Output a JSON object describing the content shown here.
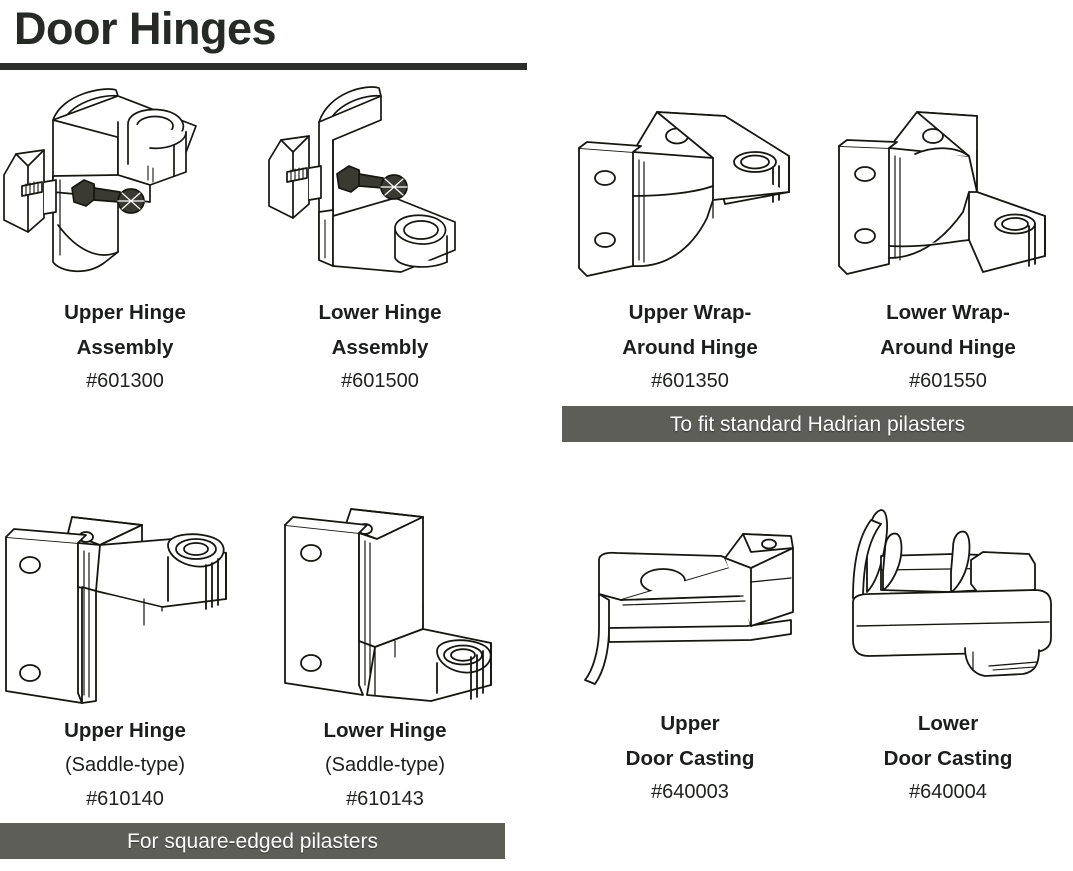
{
  "header": {
    "title": "Door Hinges"
  },
  "products": [
    {
      "id": "upper-hinge-assembly",
      "lines": [
        "Upper Hinge",
        "Assembly"
      ],
      "regular_lines": [],
      "part_number": "#601300"
    },
    {
      "id": "lower-hinge-assembly",
      "lines": [
        "Lower Hinge",
        "Assembly"
      ],
      "regular_lines": [],
      "part_number": "#601500"
    },
    {
      "id": "upper-wrap-around-hinge",
      "lines": [
        "Upper Wrap-",
        "Around Hinge"
      ],
      "regular_lines": [],
      "part_number": "#601350"
    },
    {
      "id": "lower-wrap-around-hinge",
      "lines": [
        "Lower Wrap-",
        "Around Hinge"
      ],
      "regular_lines": [],
      "part_number": "#601550"
    },
    {
      "id": "upper-hinge-saddle",
      "lines": [
        "Upper Hinge"
      ],
      "regular_lines": [
        "(Saddle-type)"
      ],
      "part_number": "#610140"
    },
    {
      "id": "lower-hinge-saddle",
      "lines": [
        "Lower Hinge"
      ],
      "regular_lines": [
        "(Saddle-type)"
      ],
      "part_number": "#610143"
    },
    {
      "id": "upper-door-casting",
      "lines": [
        "Upper",
        "Door Casting"
      ],
      "regular_lines": [],
      "part_number": "#640003"
    },
    {
      "id": "lower-door-casting",
      "lines": [
        "Lower",
        "Door Casting"
      ],
      "regular_lines": [],
      "part_number": "#640004"
    }
  ],
  "banners": {
    "hadrian": "To fit standard Hadrian pilasters",
    "square_edged": "For square-edged pilasters"
  },
  "colors": {
    "banner_background": "#5c5e57",
    "banner_text": "#ffffff",
    "ink": "#1d1f1d",
    "rule": "#2b2e2b"
  }
}
